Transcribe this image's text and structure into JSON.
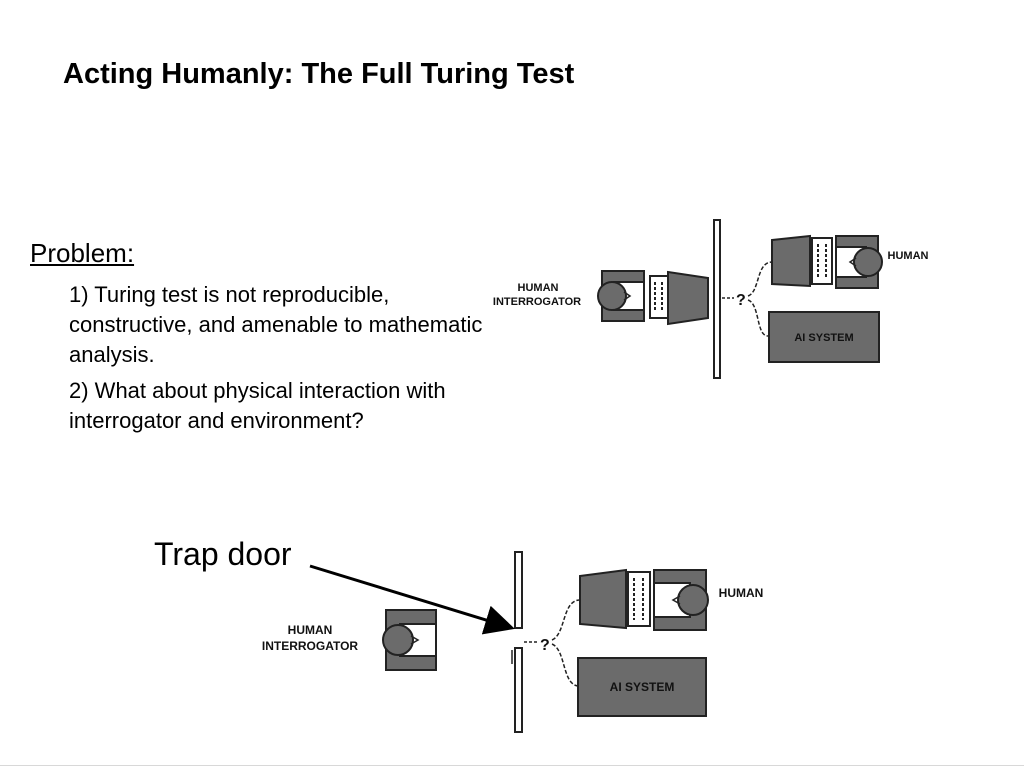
{
  "slide": {
    "title": "Acting Humanly: The Full Turing Test",
    "problem_heading": "Problem:",
    "points": [
      "1) Turing test is not reproducible, constructive, and amenable to mathematic analysis.",
      "2) What about physical interaction with interrogator and environment?"
    ],
    "trap_door_label": "Trap door"
  },
  "diagram_top": {
    "interrogator_label_1": "HUMAN",
    "interrogator_label_2": "INTERROGATOR",
    "human_label": "HUMAN",
    "ai_label": "AI SYSTEM",
    "question_mark": "?"
  },
  "diagram_bottom": {
    "interrogator_label_1": "HUMAN",
    "interrogator_label_2": "INTERROGATOR",
    "human_label": "HUMAN",
    "ai_label": "AI SYSTEM",
    "question_mark": "?"
  },
  "colors": {
    "figure_fill": "#6b6b6b",
    "stroke": "#222222"
  }
}
